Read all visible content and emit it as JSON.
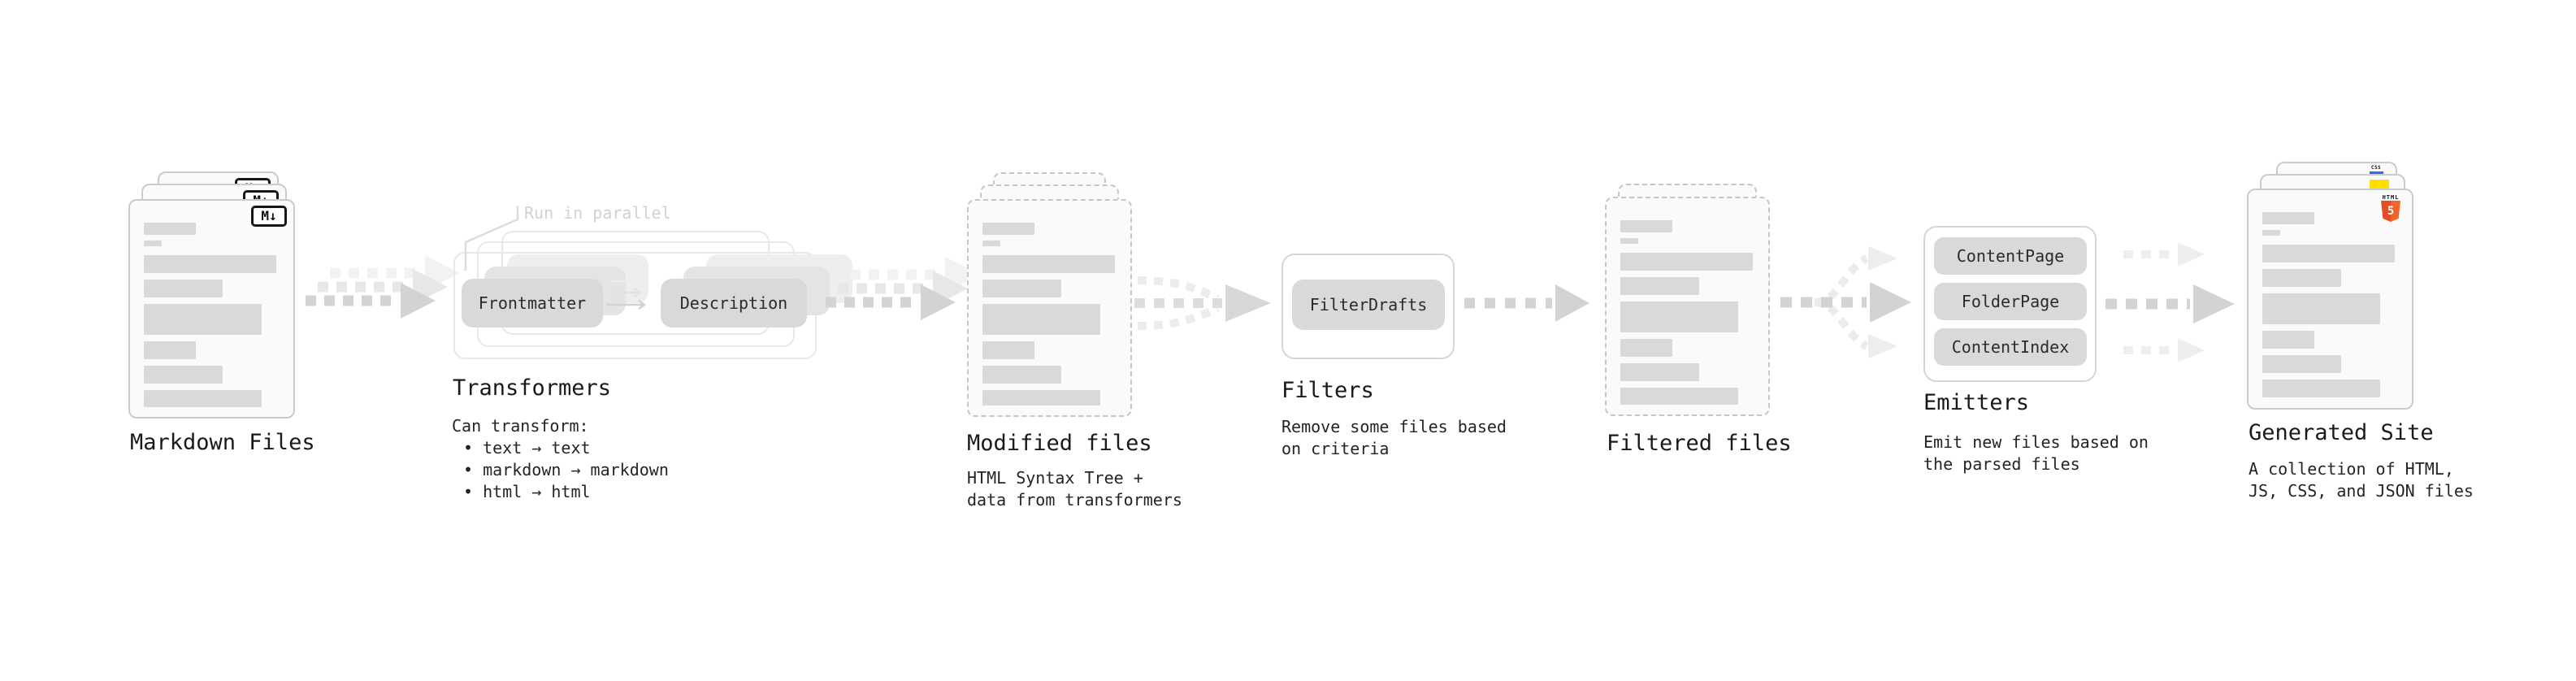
{
  "sections": {
    "markdown_files": {
      "title": "Markdown Files",
      "badge": "M↓"
    },
    "transformers": {
      "title": "Transformers",
      "note": "Run in parallel",
      "chip_left": "Frontmatter",
      "chip_right": "Description",
      "desc_heading": "Can transform:",
      "bullets": [
        "• text → text",
        "• markdown → markdown",
        "• html → html"
      ]
    },
    "modified_files": {
      "title": "Modified files",
      "desc_lines": [
        "HTML Syntax Tree +",
        "data from transformers"
      ]
    },
    "filters": {
      "title": "Filters",
      "chip": "FilterDrafts",
      "desc_lines": [
        "Remove some files based",
        "on criteria"
      ]
    },
    "filtered_files": {
      "title": "Filtered files"
    },
    "emitters": {
      "title": "Emitters",
      "chips": [
        "ContentPage",
        "FolderPage",
        "ContentIndex"
      ],
      "desc_lines": [
        "Emit new files based on",
        "the parsed files"
      ]
    },
    "generated_site": {
      "title": "Generated Site",
      "desc_lines": [
        "A collection of HTML,",
        "JS, CSS, and JSON files"
      ],
      "badges": {
        "css_label": "CSS",
        "html_label": "HTML",
        "html_number": "5"
      }
    }
  },
  "colors": {
    "background": "#ffffff",
    "doc_fill": "#fafafa",
    "doc_border": "#c9c9c9",
    "placeholder_bar": "#d9d9d9",
    "chip_gray": "#d9d9d9",
    "arrow_gray": "#d3d3d3",
    "arrow_light": "#ececec",
    "note_gray": "#d2d2d2",
    "html5_orange": "#e44d26",
    "js_yellow": "#ffdf00",
    "css_blue": "#2e6bf0",
    "text_dark": "#1a1a1a"
  }
}
